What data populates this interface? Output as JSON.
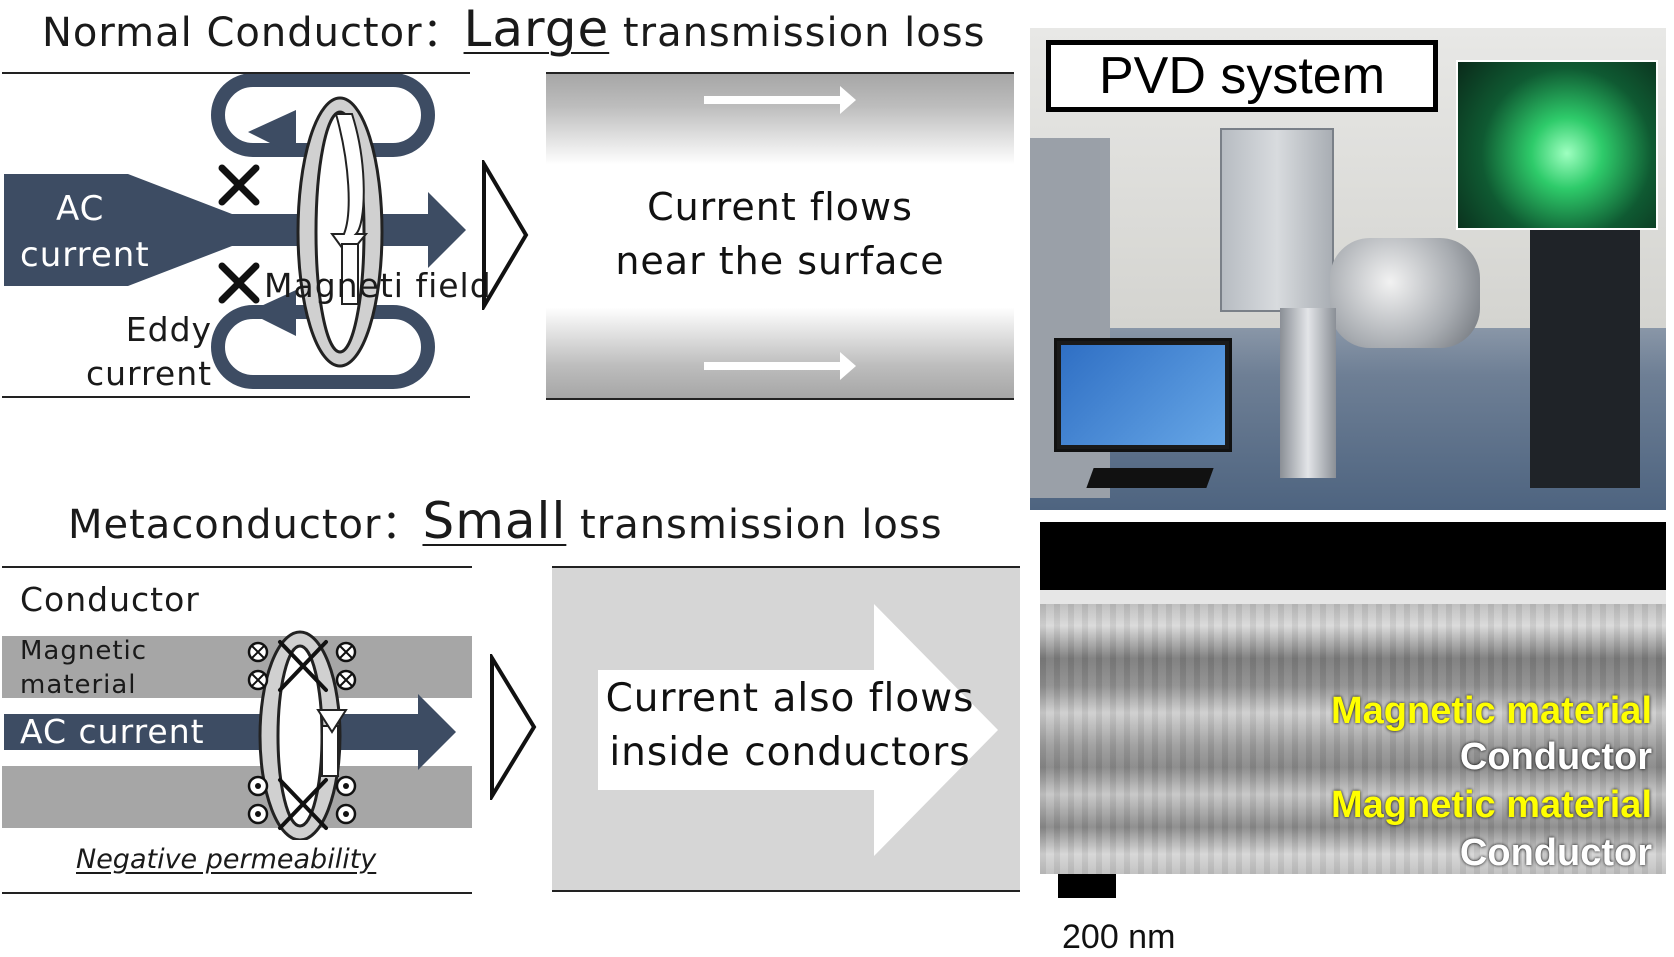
{
  "normal": {
    "title_prefix": "Normal Conductor：",
    "title_emph": "Large",
    "title_suffix": " transmission loss",
    "ac_line1": "AC",
    "ac_line2": "current",
    "magnetic_field": "Magneti field",
    "eddy_line1": "Eddy",
    "eddy_line2": "current",
    "flow_line1": "Current flows",
    "flow_line2": "near the surface"
  },
  "meta": {
    "title_prefix": "Metaconductor：",
    "title_emph": "Small",
    "title_suffix": " transmission loss",
    "conductor": "Conductor",
    "magnetic_line1": "Magnetic",
    "magnetic_line2": "material",
    "ac_current": "AC current",
    "negative_permeability": "Negative permeability",
    "flow_line1": "Current also flows",
    "flow_line2": "inside conductors"
  },
  "pvd": {
    "label": "PVD system"
  },
  "sem": {
    "layers": [
      "Magnetic material",
      "Conductor",
      "Magnetic material",
      "Conductor"
    ],
    "scale_bar": "200 nm"
  },
  "colors": {
    "arrow_navy": "#3d4c63",
    "layer_gray": "#a6a6a6",
    "highlight_yellow": "#ffff00"
  }
}
